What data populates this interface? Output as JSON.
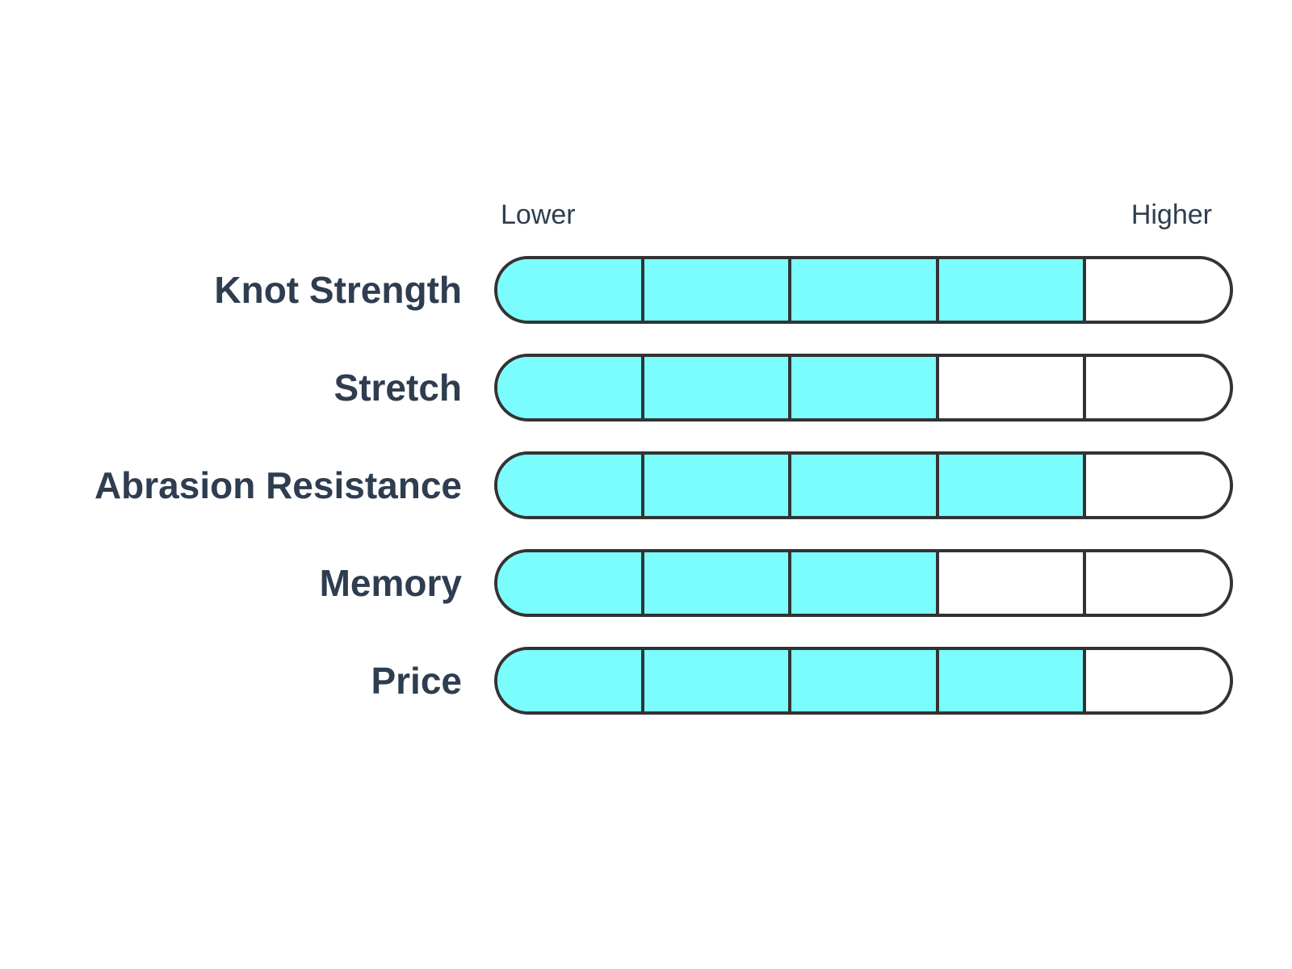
{
  "chart_data": {
    "type": "bar",
    "title": "",
    "categories": [
      "Knot Strength",
      "Stretch",
      "Abrasion Resistance",
      "Memory",
      "Price"
    ],
    "values": [
      4,
      3,
      4,
      3,
      4
    ],
    "max": 5,
    "scale_labels": {
      "left": "Lower",
      "right": "Higher"
    },
    "legend": [],
    "grid": false,
    "colors": {
      "fill": "#7BFCFD",
      "outline": "#333333",
      "text": "#2E3D4F",
      "background": "#FFFFFF"
    }
  }
}
